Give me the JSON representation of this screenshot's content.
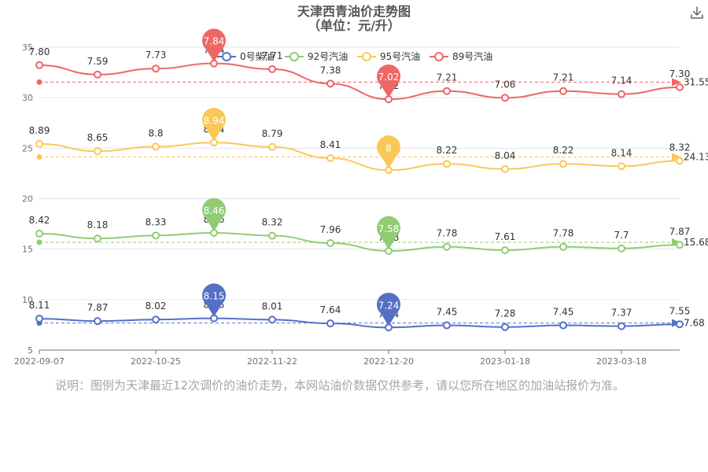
{
  "chart_data": {
    "type": "line",
    "title": "天津西青油价走势图",
    "subtitle": "（单位：元/升）",
    "x_ticks": [
      "2022-09-07",
      "2022-10-25",
      "2022-11-22",
      "2022-12-20",
      "2023-01-18",
      "2023-03-18"
    ],
    "y_ticks": [
      5,
      10,
      15,
      20,
      25,
      30,
      35
    ],
    "ylim": [
      5,
      35
    ],
    "grid": true,
    "legend_position": "top",
    "series": [
      {
        "name": "0号柴油",
        "color": "#5470c6",
        "labels": [
          "8.11",
          "7.87",
          "8.02",
          "8.15",
          "8.01",
          "7.64",
          "7.24",
          "7.45",
          "7.28",
          "7.45",
          "7.37",
          "7.55"
        ],
        "max_label": "8.15",
        "min_label": "7.24",
        "average": "7.68"
      },
      {
        "name": "92号汽油",
        "color": "#91cc75",
        "labels": [
          "8.42",
          "8.18",
          "8.33",
          "8.46",
          "8.32",
          "7.96",
          "7.58",
          "7.78",
          "7.61",
          "7.78",
          "7.7",
          "7.87"
        ],
        "max_label": "8.46",
        "min_label": "7.58",
        "average": "15.68"
      },
      {
        "name": "95号汽油",
        "color": "#fac858",
        "labels": [
          "8.89",
          "8.65",
          "8.8",
          "8.94",
          "8.79",
          "8.41",
          "8",
          "8.22",
          "8.04",
          "8.22",
          "8.14",
          "8.32"
        ],
        "max_label": "8.94",
        "min_label": "8",
        "average": "24.13"
      },
      {
        "name": "89号汽油",
        "color": "#ee6666",
        "labels": [
          "7.80",
          "7.59",
          "7.73",
          "7.84",
          "7.71",
          "7.38",
          "7.02",
          "7.21",
          "7.06",
          "7.21",
          "7.14",
          "7.30"
        ],
        "max_label": "7.84",
        "min_label": "7.02",
        "average": "31.55"
      }
    ]
  },
  "note": "说明：图例为天津最近12次调价的油价走势，本网站油价数据仅供参考，请以您所在地区的加油站报价为准。",
  "toolbar": {
    "download_icon": "download-icon"
  }
}
